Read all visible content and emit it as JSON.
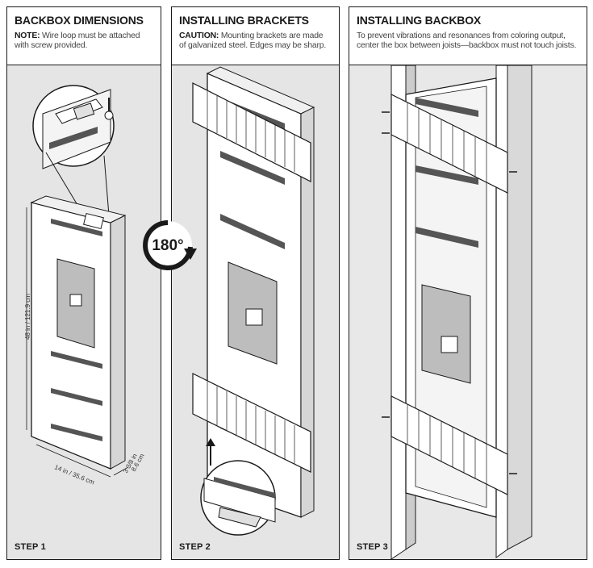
{
  "panels": [
    {
      "title": "BACKBOX DIMENSIONS",
      "note_label": "NOTE:",
      "note_text": " Wire loop must be attached with screw provided.",
      "step": "STEP 1",
      "dimensions": {
        "height": "48 in / 121.9 cm",
        "width": "14 in / 35.6 cm",
        "depth_in": "3 3/8 in",
        "depth_cm": "8.6 cm"
      }
    },
    {
      "title": "INSTALLING BRACKETS",
      "note_label": "CAUTION:",
      "note_text": " Mounting brackets are made of galvanized steel. Edges may be sharp.",
      "step": "STEP 2",
      "rotation": "180°"
    },
    {
      "title": "INSTALLING BACKBOX",
      "note_label": "",
      "note_text": "To prevent vibrations and resonances from coloring output, center the box between joists—backbox must not touch joists.",
      "step": "STEP 3"
    }
  ],
  "colors": {
    "outline": "#1a1a1a",
    "panel_bg": "#e5e5e5",
    "slot": "#555555",
    "bracket": "#ffffff"
  }
}
